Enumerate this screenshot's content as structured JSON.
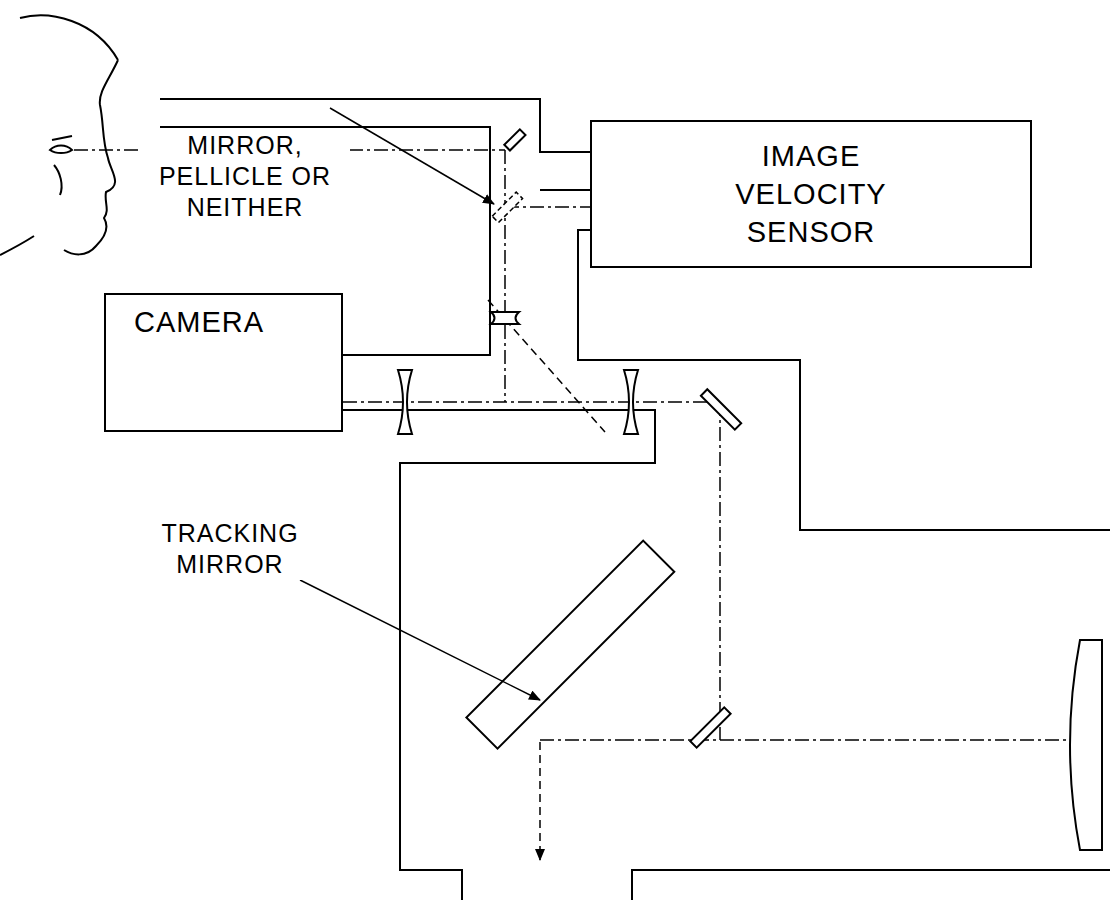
{
  "diagram": {
    "nodes": [
      {
        "text": [
          "IMAGE VELOCITY SENSOR"
        ]
      },
      {
        "text": [
          "CAMERA"
        ]
      }
    ],
    "labels": [
      "MIRROR, PELLICLE OR NEITHER",
      "TRACKING MIRROR"
    ]
  }
}
